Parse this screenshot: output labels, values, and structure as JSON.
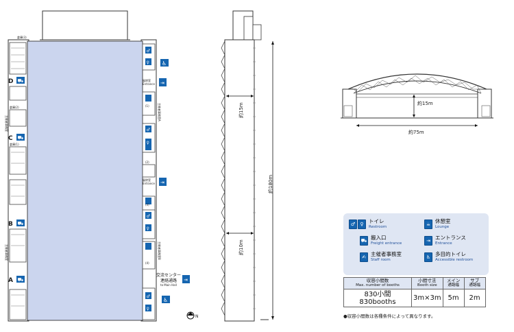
{
  "plan": {
    "top_label": "倉庫(3)",
    "bays": [
      "D",
      "C",
      "B",
      "A"
    ],
    "side_labels": [
      "倉庫(2)",
      "倉庫(1)",
      "主催者事務室",
      "主催者事務室"
    ],
    "wing_labels": [
      "主催者事務室A",
      "主催者事務室B"
    ],
    "entrance_jp": "風除室",
    "entrance_en": "Entrance",
    "stair_labels": [
      "(1)",
      "(2)",
      "(3)",
      "(4)"
    ],
    "center_jp": "交流センター",
    "center_jp2": "連絡通路",
    "center_en": "to Main Hall",
    "north": "N"
  },
  "section_long": {
    "dim_15": "約15m",
    "dim_10": "約10m",
    "dim_180": "約180m"
  },
  "section_cross": {
    "dim_15": "約15m",
    "dim_75": "約75m"
  },
  "legend": [
    {
      "icon": "restroom-icon",
      "glyph": "♀♂",
      "jp": "トイレ",
      "en": "Restroom"
    },
    {
      "icon": "lounge-icon",
      "glyph": "☕",
      "jp": "休憩室",
      "en": "Lounge"
    },
    {
      "icon": "freight-entrance-icon",
      "glyph": "⛟",
      "jp": "搬入口",
      "en": "Freight entrance"
    },
    {
      "icon": "entrance-icon",
      "glyph": "⇥",
      "jp": "エントランス",
      "en": "Entrance"
    },
    {
      "icon": "staff-room-icon",
      "glyph": "✍",
      "jp": "主催者事務室",
      "en": "Staff room"
    },
    {
      "icon": "accessible-restroom-icon",
      "glyph": "♿",
      "jp": "多目的トイレ",
      "en": "Accessible restroom"
    }
  ],
  "table": {
    "headers": [
      {
        "jp": "収容小間数",
        "en": "Max. number of booths"
      },
      {
        "jp": "小間寸法",
        "en": "Booth size"
      },
      {
        "jp": "メイン",
        "en": "通路幅"
      },
      {
        "jp": "サブ",
        "en": "通路幅"
      }
    ],
    "row": {
      "booths_jp": "830小間",
      "booths_en": "830booths",
      "size": "3m×3m",
      "main": "5m",
      "sub": "2m"
    }
  },
  "note": "●収容小間数は各種条件によって異なります。",
  "colors": {
    "hall": "#cbd5ee",
    "icon": "#1565b0",
    "legend_bg": "#dfe6f3"
  }
}
